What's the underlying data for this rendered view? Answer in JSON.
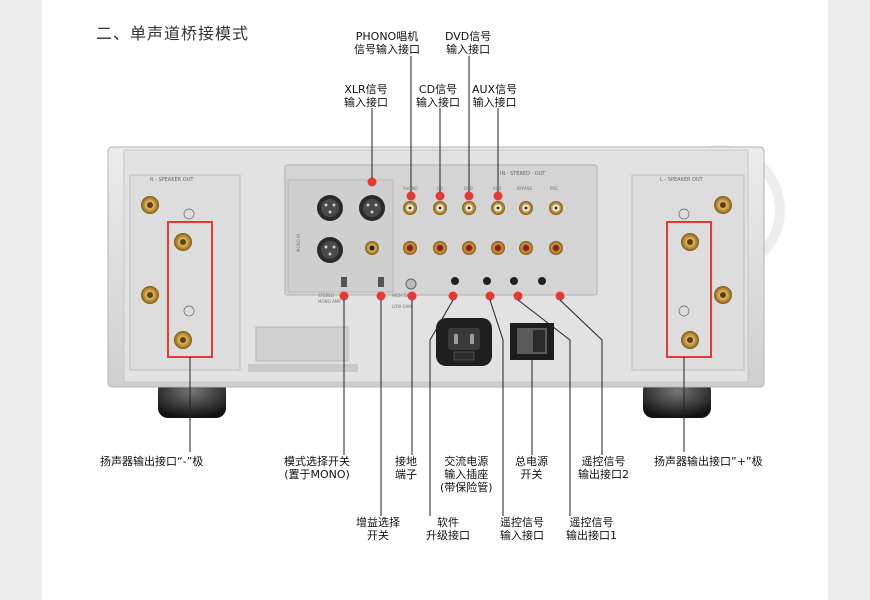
{
  "heading": "二、单声道桥接模式",
  "labels": {
    "phono": [
      "PHONO唱机",
      "信号输入接口"
    ],
    "dvd": [
      "DVD信号",
      "输入接口"
    ],
    "xlr": [
      "XLR信号",
      "输入接口"
    ],
    "cd": [
      "CD信号",
      "输入接口"
    ],
    "aux": [
      "AUX信号",
      "输入接口"
    ],
    "speaker_minus": [
      "扬声器输出接口“-”极"
    ],
    "mode_switch": [
      "模式选择开关",
      "(置于MONO)"
    ],
    "ground": [
      "接地",
      "端子"
    ],
    "ac_power": [
      "交流电源",
      "输入插座",
      "(带保险管)"
    ],
    "main_power": [
      "总电源",
      "开关"
    ],
    "remote_out2": [
      "遥控信号",
      "输出接口2"
    ],
    "speaker_plus": [
      "扬声器输出接口”+”极"
    ],
    "gain_switch": [
      "增益选择",
      "开关"
    ],
    "software": [
      "软件",
      "升级接口"
    ],
    "remote_in": [
      "遥控信号",
      "输入接口"
    ],
    "remote_out1": [
      "遥控信号",
      "输出接口1"
    ]
  },
  "colors": {
    "highlight": "#e53935",
    "leader_line": "#222222",
    "chassis": "#d9d9d9",
    "panel_text": "#777777"
  }
}
